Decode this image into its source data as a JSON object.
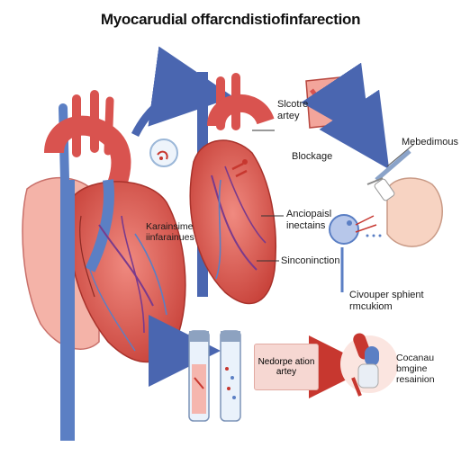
{
  "title": "Myocarudial offarcndistiofinfarection",
  "labels": {
    "slocter": "Slcotre\nartey",
    "blockage": "Blockage",
    "mebedimous": "Mebedimous",
    "karainsime": "Karainsime\niinfarainues",
    "anciopaisl": "Anciopaisl\ninectains",
    "sinconinction": "Sinconinction",
    "civouper": "Civouper sphient\nrmcukiom",
    "nedorpe": "Nedorpe ation\nartey",
    "cocanau": "Cocanau bmgine\nresainion"
  },
  "colors": {
    "heart_red": "#d9534f",
    "heart_light": "#f2a49a",
    "vessel_blue": "#5b7fc4",
    "arrow_blue": "#4a66b0",
    "box_fill": "#f6d7d2"
  }
}
